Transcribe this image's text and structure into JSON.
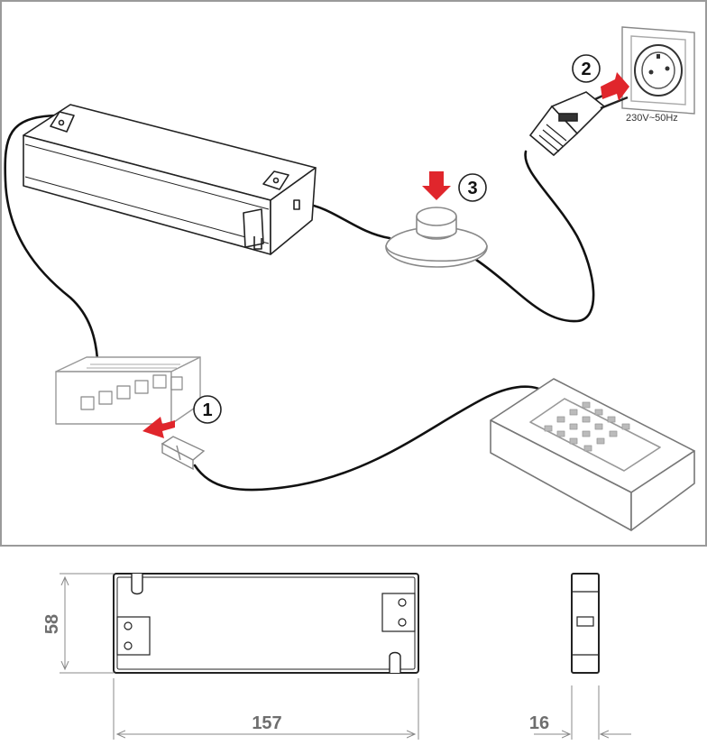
{
  "steps": {
    "one": "1",
    "two": "2",
    "three": "3"
  },
  "socket_label": "230V~50Hz",
  "dimensions": {
    "height": "58",
    "length": "157",
    "depth": "16"
  },
  "colors": {
    "arrow": "#e0262c",
    "cable": "#111111",
    "outline": "#222222",
    "dimension_text": "#6e6e6e",
    "frame": "#9a9a9a"
  }
}
